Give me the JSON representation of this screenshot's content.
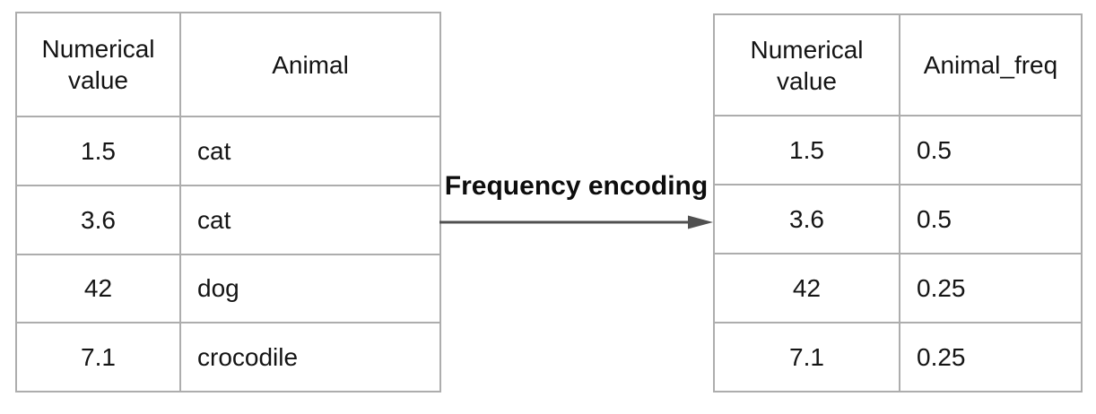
{
  "diagram": {
    "transform_label": "Frequency encoding"
  },
  "left_table": {
    "headers": [
      "Numerical value",
      "Animal"
    ],
    "rows": [
      [
        "1.5",
        "cat"
      ],
      [
        "3.6",
        "cat"
      ],
      [
        "42",
        "dog"
      ],
      [
        "7.1",
        "crocodile"
      ]
    ]
  },
  "right_table": {
    "headers": [
      "Numerical value",
      "Animal_freq"
    ],
    "rows": [
      [
        "1.5",
        "0.5"
      ],
      [
        "3.6",
        "0.5"
      ],
      [
        "42",
        "0.25"
      ],
      [
        "7.1",
        "0.25"
      ]
    ]
  },
  "icons": {
    "arrow_right": "→"
  },
  "colors": {
    "background": "#ffffff",
    "table_border": "#adadad",
    "text": "#141414",
    "arrow": "#505050"
  }
}
